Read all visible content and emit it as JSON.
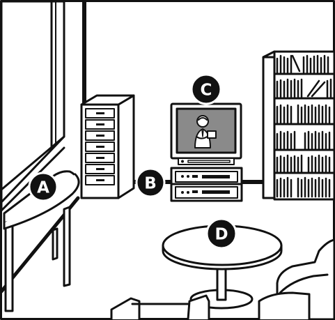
{
  "colors": {
    "outline": "#111111",
    "background": "#ffffff",
    "wall_shade": "#d9d9d9",
    "screen": "#8a8a8a",
    "marker_fill": "#111111",
    "marker_text": "#ffffff"
  },
  "markers": {
    "a": "A",
    "b": "B",
    "c": "C",
    "d": "D"
  }
}
